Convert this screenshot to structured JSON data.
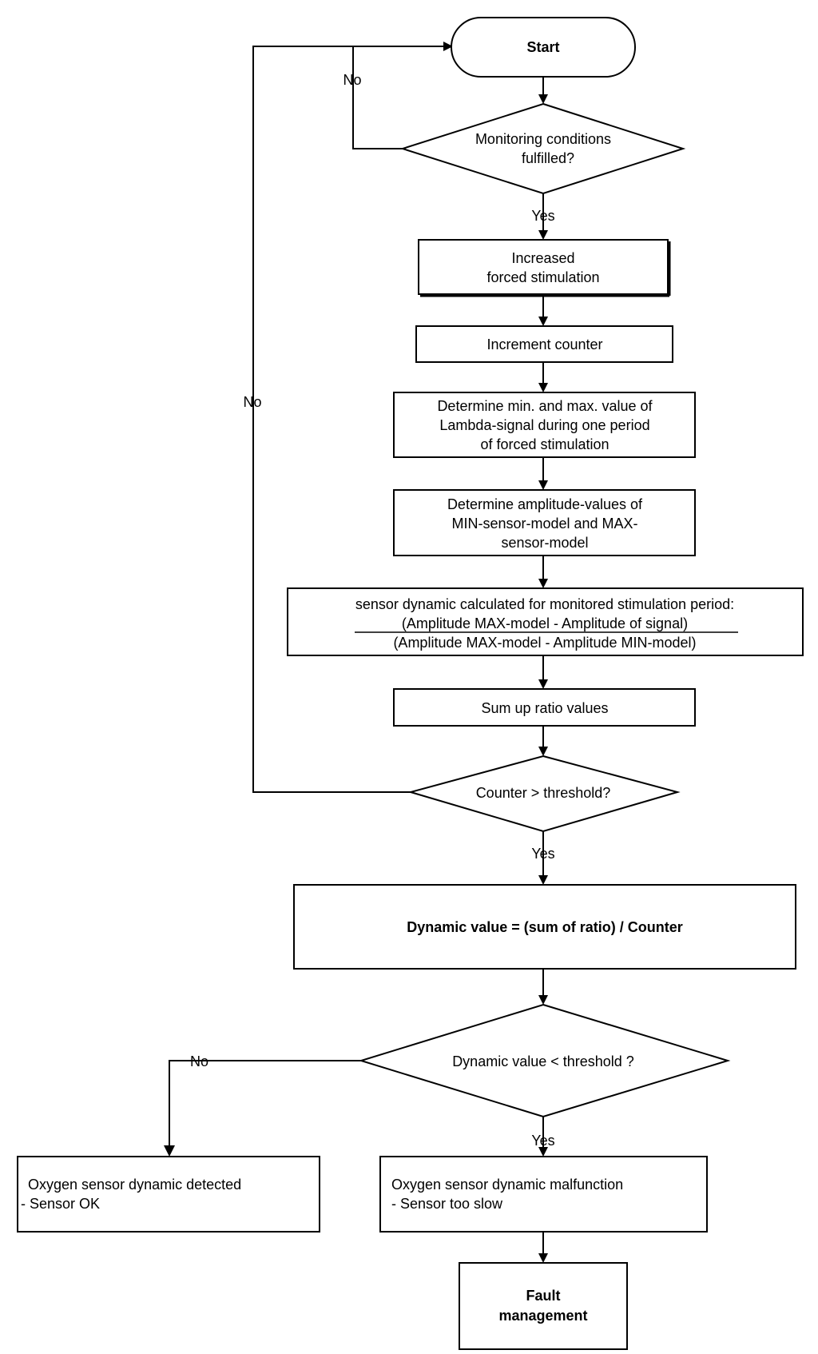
{
  "nodes": {
    "start": "Start",
    "monitoring_line1": "Monitoring  conditions",
    "monitoring_line2": "fulfilled?",
    "increased_line1": "Increased",
    "increased_line2": "forced stimulation",
    "increment": "Increment counter",
    "determine_minmax_line1": "Determine min. and max. value of",
    "determine_minmax_line2": "Lambda-signal during one period",
    "determine_minmax_line3": "of forced stimulation",
    "determine_amp_line1": "Determine amplitude-values of",
    "determine_amp_line2": "MIN-sensor-model and MAX-",
    "determine_amp_line3": "sensor-model",
    "dynamic_calc_line1": "sensor dynamic calculated for monitored stimulation period:",
    "dynamic_calc_numerator": "(Amplitude MAX-model  - Amplitude of signal)",
    "dynamic_calc_denominator": "(Amplitude MAX-model - Amplitude MIN-model)",
    "sum_up": "Sum up ratio values",
    "counter_check": "Counter > threshold?",
    "dynamic_value": "Dynamic value = (sum of ratio) / Counter",
    "dynamic_check": "Dynamic value < threshold ?",
    "sensor_ok_line1": "Oxygen sensor dynamic detected",
    "sensor_ok_line2": "- Sensor OK",
    "malfunction_line1": "Oxygen sensor dynamic malfunction",
    "malfunction_line2": "- Sensor too slow",
    "fault_line1": "Fault",
    "fault_line2": "management"
  },
  "edge_labels": {
    "monitoring_no": "No",
    "monitoring_yes": "Yes",
    "counter_no": "No",
    "counter_yes": "Yes",
    "dynamic_no": "No",
    "dynamic_yes": "Yes"
  }
}
